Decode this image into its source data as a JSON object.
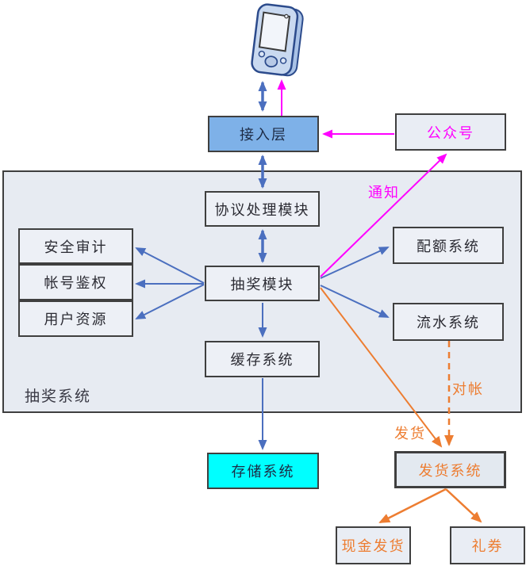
{
  "diagram": {
    "nodes": {
      "access_layer": {
        "label": "接入层"
      },
      "public_account": {
        "label": "公众号"
      },
      "protocol_module": {
        "label": "协议处理模块"
      },
      "lottery_module": {
        "label": "抽奖模块"
      },
      "security_audit": {
        "label": "安全审计"
      },
      "account_auth": {
        "label": "帐号鉴权"
      },
      "user_resource": {
        "label": "用户资源"
      },
      "quota_system": {
        "label": "配额系统"
      },
      "flow_system": {
        "label": "流水系统"
      },
      "cache_system": {
        "label": "缓存系统"
      },
      "storage_system": {
        "label": "存储系统"
      },
      "shipping_system": {
        "label": "发货系统"
      },
      "cash_shipping": {
        "label": "现金发货"
      },
      "gift_coupon": {
        "label": "礼券"
      }
    },
    "panel_label": "抽奖系统",
    "edge_labels": {
      "notify": "通知",
      "reconcile": "对帐",
      "ship": "发货"
    },
    "icons": {
      "device": "mobile-device-icon"
    },
    "colors": {
      "access_layer_fill": "#7eb1e8",
      "storage_fill": "#00ffff",
      "panel_fill": "#e7ebf2",
      "node_fill": "#edf0f6",
      "border": "#3f3f3f",
      "arrow_blue": "#4b6fbf",
      "arrow_magenta": "#ff00ff",
      "arrow_orange": "#ed7d31",
      "device_body": "#c9d9f0"
    }
  }
}
